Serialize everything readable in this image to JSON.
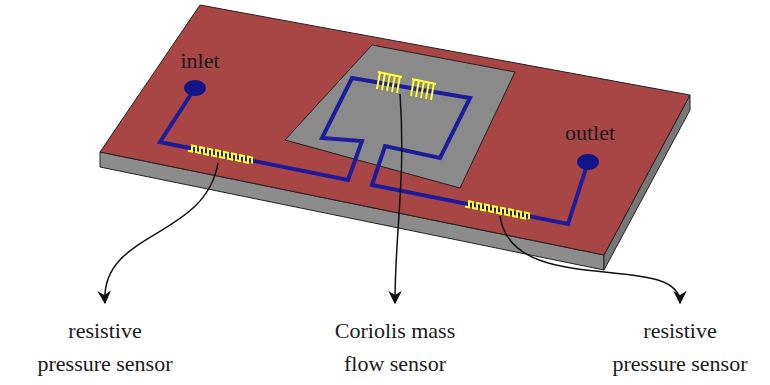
{
  "diagram": {
    "labels": [
      "inlet",
      "outlet",
      "resistive pressure sensor",
      "Coriolis mass flow sensor",
      "resistive pressure sensor"
    ]
  }
}
